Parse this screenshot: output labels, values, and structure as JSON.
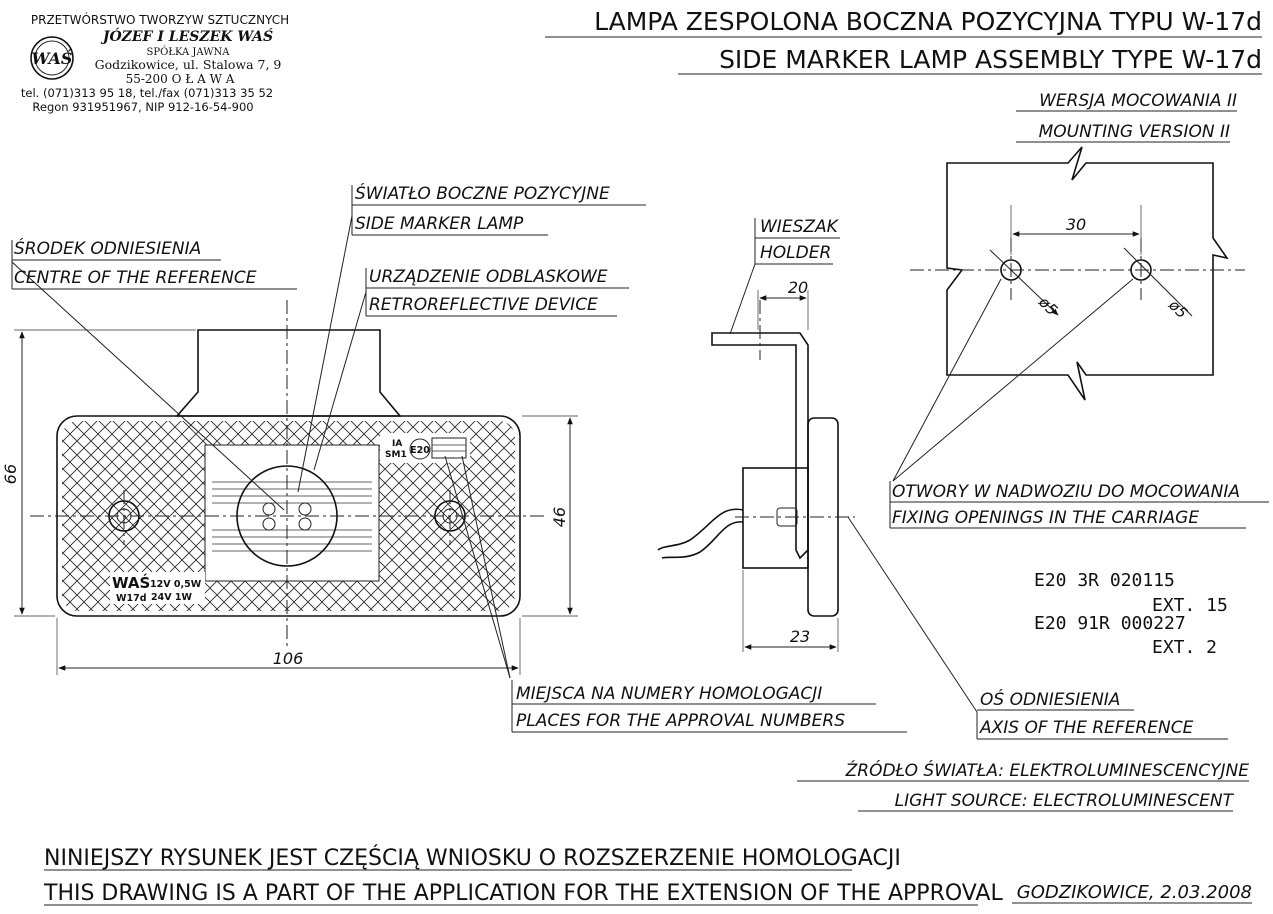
{
  "company": {
    "line1": "PRZETWÓRSTWO TWORZYW SZTUCZNYCH",
    "line2": "JÓZEF I LESZEK WAŚ",
    "line3": "SPÓŁKA JAWNA",
    "line4": "Godzikowice, ul. Stalowa 7, 9",
    "line5": "55-200  O Ł A W A",
    "line6": "tel. (071)313 95 18, tel./fax (071)313 35 52",
    "line7": "Regon 931951967, NIP 912-16-54-900",
    "logo_text": "WAŚ"
  },
  "title": {
    "pl": "LAMPA ZESPOLONA BOCZNA POZYCYJNA TYPU W-17d",
    "en": "SIDE MARKER LAMP ASSEMBLY TYPE W-17d"
  },
  "mounting": {
    "pl": "WERSJA MOCOWANIA II",
    "en": "MOUNTING VERSION II",
    "dim_30": "30",
    "dim_d5_left": "ø5",
    "dim_d5_right": "ø5"
  },
  "labels": {
    "side_marker_pl": "ŚWIATŁO BOCZNE POZYCYJNE",
    "side_marker_en": "SIDE MARKER LAMP",
    "centre_pl": "ŚRODEK ODNIESIENIA",
    "centre_en": "CENTRE OF THE REFERENCE",
    "retro_pl": "URZĄDZENIE ODBLASKOWE",
    "retro_en": "RETROREFLECTIVE DEVICE",
    "holder_pl": "WIESZAK",
    "holder_en": "HOLDER",
    "openings_pl": "OTWORY W NADWOZIU DO MOCOWANIA",
    "openings_en": "FIXING OPENINGS IN THE CARRIAGE",
    "places_pl": "MIEJSCA NA NUMERY HOMOLOGACJI",
    "places_en": "PLACES FOR THE APPROVAL NUMBERS",
    "axis_pl": "OŚ ODNIESIENIA",
    "axis_en": "AXIS OF THE REFERENCE",
    "source_pl": "ŹRÓDŁO ŚWIATŁA: ELEKTROLUMINESCENCYJNE",
    "source_en": "LIGHT SOURCE: ELECTROLUMINESCENT"
  },
  "dimensions": {
    "d66": "66",
    "d46": "46",
    "d106": "106",
    "d20": "20",
    "d23": "23"
  },
  "lamp_marks": {
    "ia": "IA",
    "sm1": "SM1",
    "e20": "E20",
    "was": "WAŚ",
    "w17d": "W17d",
    "v12": "12V  0,5W",
    "v24": "24V  1W"
  },
  "approvals": {
    "line1": "E20  3R  020115",
    "line2": "EXT. 15",
    "line3": "E20  91R  000227",
    "line4": "EXT. 2"
  },
  "footer": {
    "pl": "NINIEJSZY RYSUNEK JEST CZĘŚCIĄ WNIOSKU O ROZSZERZENIE HOMOLOGACJI",
    "en": "THIS DRAWING IS A PART OF THE APPLICATION FOR THE EXTENSION OF THE APPROVAL",
    "place_date": "GODZIKOWICE, 2.03.2008"
  }
}
